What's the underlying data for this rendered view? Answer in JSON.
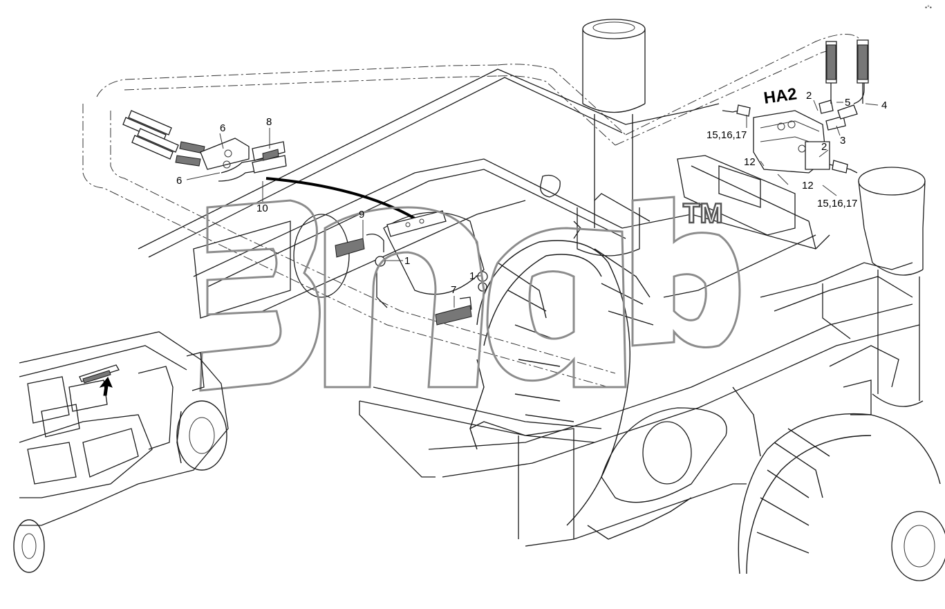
{
  "colors": {
    "line": "#1a1a1a",
    "background": "#ffffff",
    "watermark_stroke": "#8c8c8c"
  },
  "watermark": {
    "letters": "",
    "trademark": "TM"
  },
  "section_label": "HA2",
  "corner_mark": "•°•",
  "callouts": [
    {
      "id": "c6a",
      "text": "6"
    },
    {
      "id": "c8",
      "text": "8"
    },
    {
      "id": "c6b",
      "text": "6"
    },
    {
      "id": "c10",
      "text": "10"
    },
    {
      "id": "c9",
      "text": "9"
    },
    {
      "id": "c1a",
      "text": "1"
    },
    {
      "id": "c1b",
      "text": "1"
    },
    {
      "id": "c7",
      "text": "7"
    },
    {
      "id": "c2a",
      "text": "2"
    },
    {
      "id": "c5",
      "text": "5"
    },
    {
      "id": "c4",
      "text": "4"
    },
    {
      "id": "c15a",
      "text": "15,16,17"
    },
    {
      "id": "c3",
      "text": "3"
    },
    {
      "id": "c2b",
      "text": "2"
    },
    {
      "id": "c12a",
      "text": "12"
    },
    {
      "id": "c12b",
      "text": "12"
    },
    {
      "id": "c15b",
      "text": "15,16,17"
    }
  ],
  "icons": {
    "arrow": "up-arrow-icon",
    "inset": "machine-overview-inset"
  }
}
